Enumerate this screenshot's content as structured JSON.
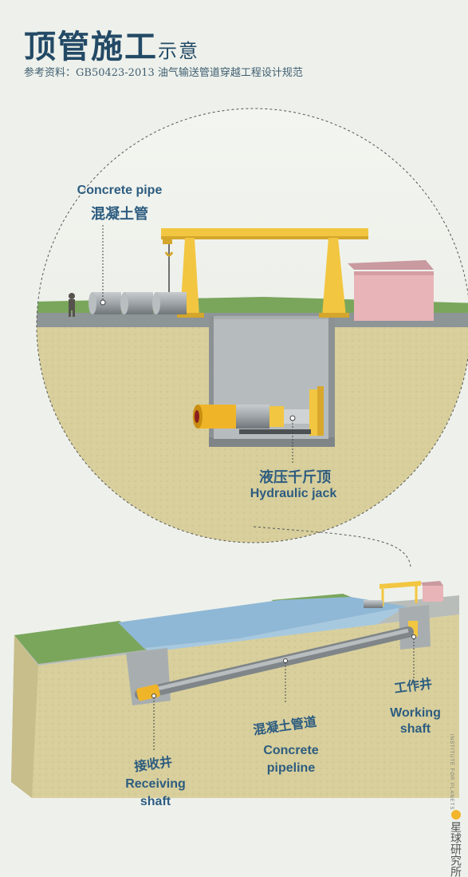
{
  "header": {
    "title": "顶管施工",
    "title_suffix": "示意",
    "reference": "参考资料：GB50423-2013 油气输送管道穿越工程设计规范"
  },
  "labels": {
    "concrete_pipe_en": "Concrete pipe",
    "concrete_pipe_cn": "混凝土管",
    "hydraulic_jack_cn": "液压千斤顶",
    "hydraulic_jack_en": "Hydraulic jack",
    "working_shaft_cn": "工作井",
    "working_shaft_en_1": "Working",
    "working_shaft_en_2": "shaft",
    "pipeline_cn": "混凝土管道",
    "pipeline_en_1": "Concrete",
    "pipeline_en_2": "pipeline",
    "receiving_cn": "接收井",
    "receiving_en_1": "Receiving",
    "receiving_en_2": "shaft"
  },
  "brand": {
    "vertical_text": "INSTITUTE FOR PLANETS",
    "name": "星球研究所"
  },
  "colors": {
    "title": "#234a66",
    "label": "#2d5c80",
    "soil": "#d8cf9c",
    "grass": "#7aa65c",
    "water": "#8fb8d6",
    "crane": "#f2c640",
    "building": "#e8b4b8"
  }
}
